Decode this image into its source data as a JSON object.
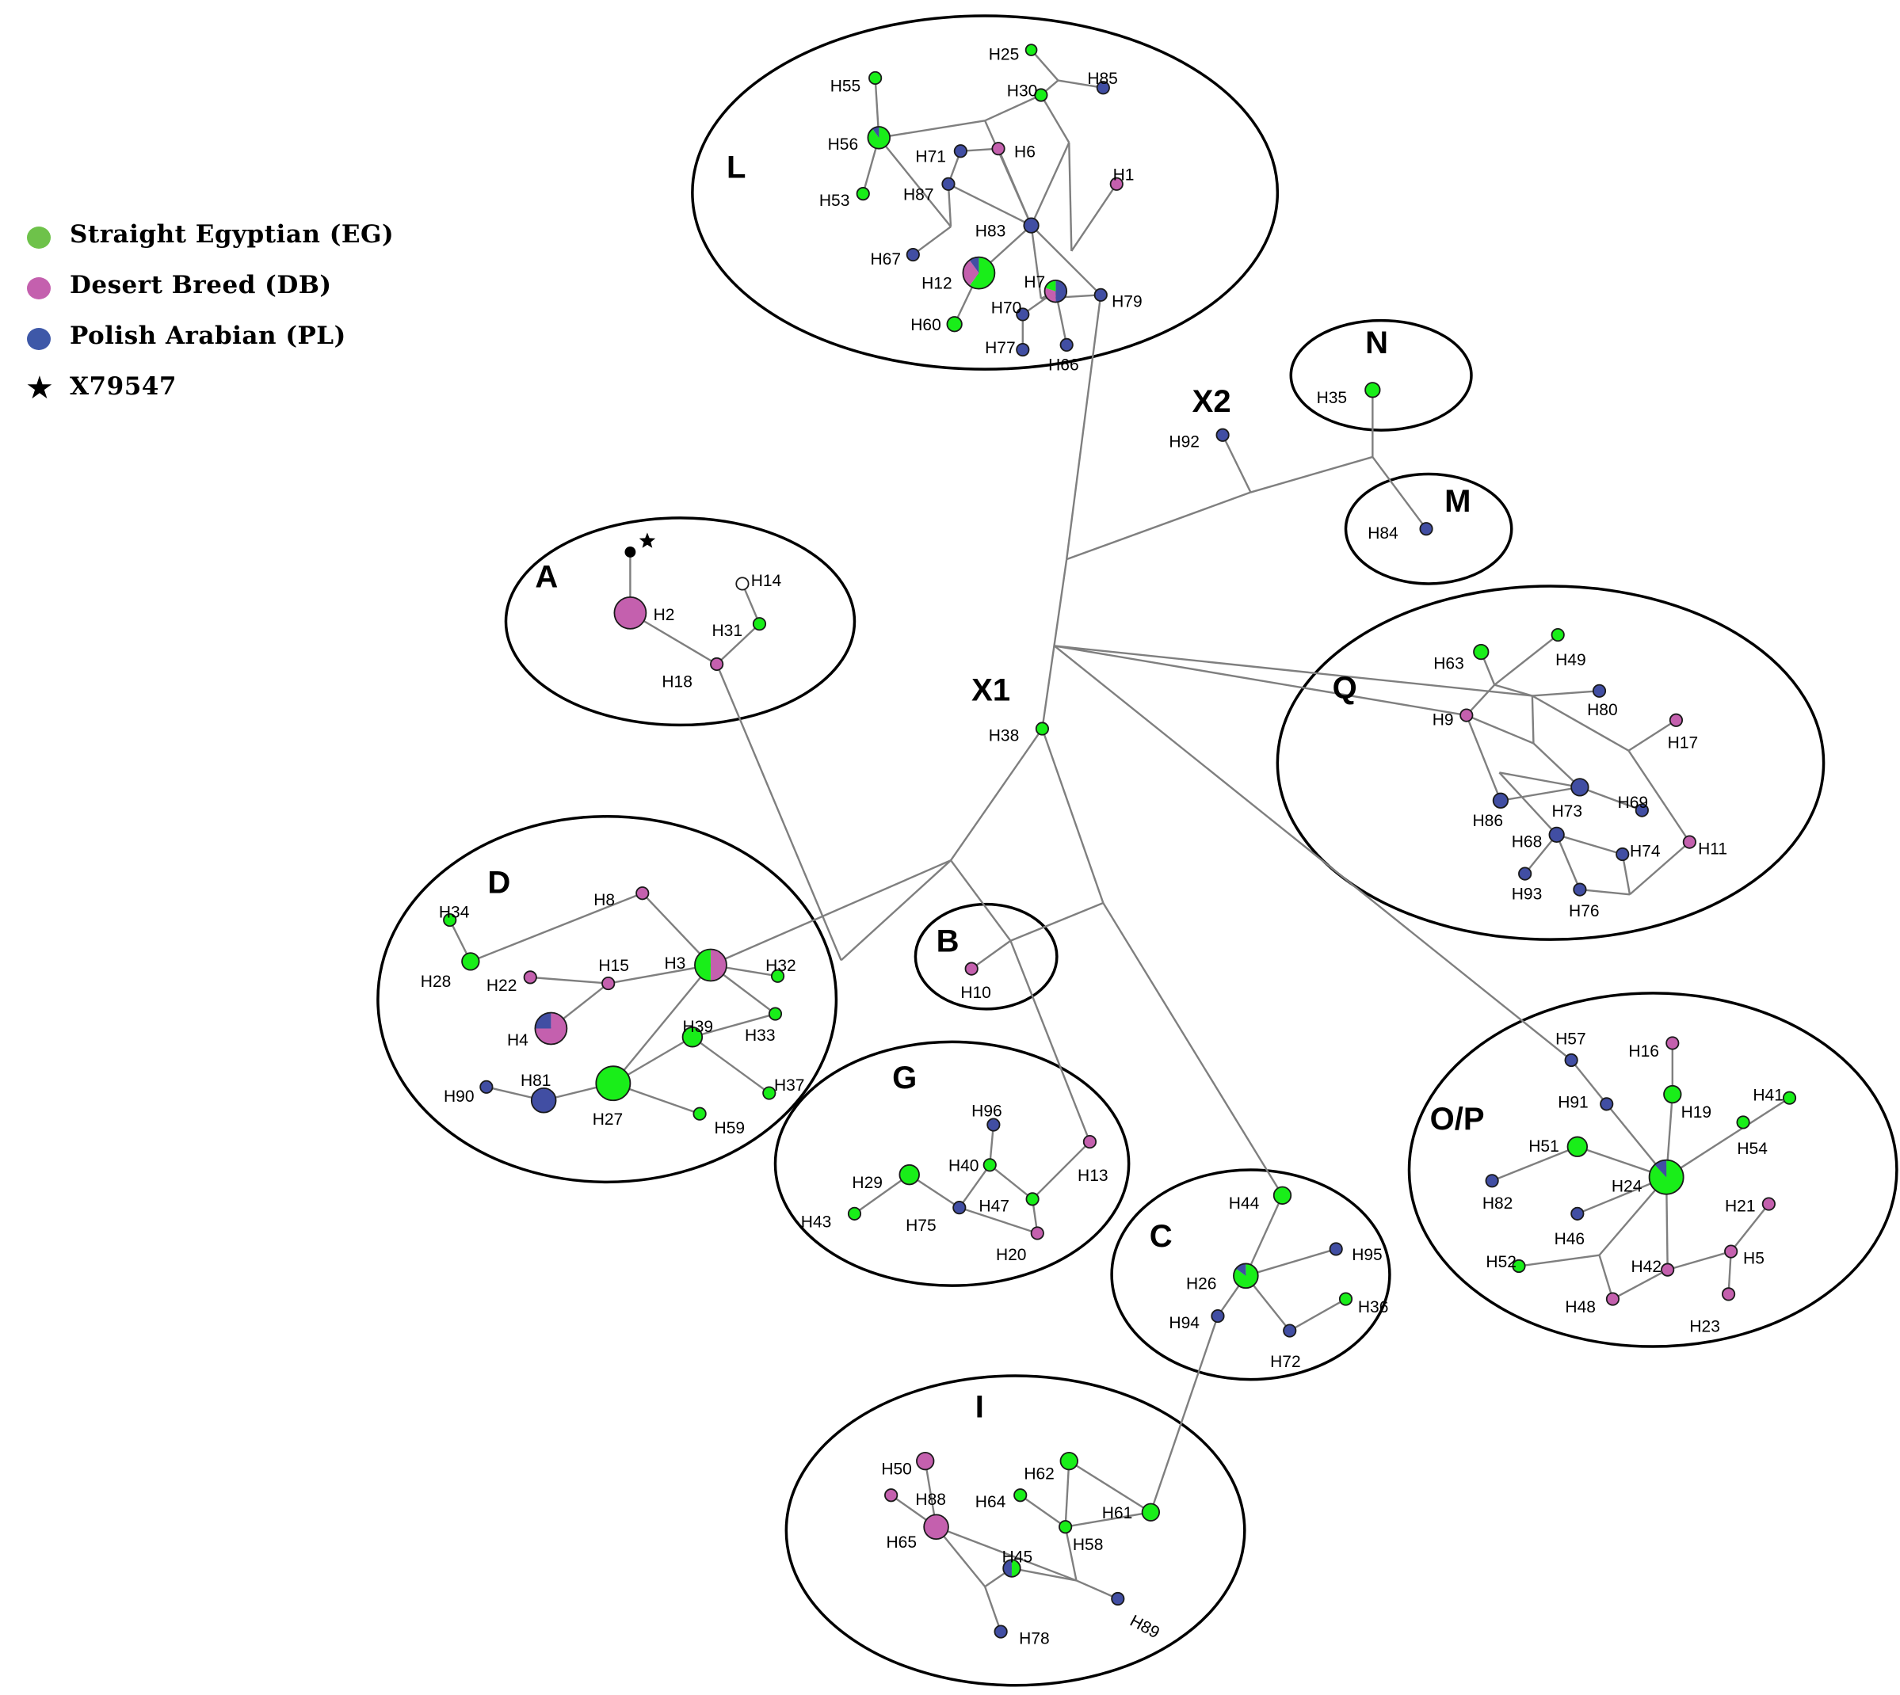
{
  "colors": {
    "EG": "#19ee19",
    "DB": "#c460ae",
    "PL": "#414ea3",
    "ref": "#000000",
    "none": "#ffffff",
    "edge": "#7f7f7f"
  },
  "legend": {
    "items": [
      {
        "key": "EG",
        "label": "Straight Egyptian  (EG)",
        "color": "#6ec24a"
      },
      {
        "key": "DB",
        "label": "Desert Breed (DB)",
        "color": "#c460ae"
      },
      {
        "key": "PL",
        "label": "Polish Arabian (PL)",
        "color": "#3e58a8"
      },
      {
        "key": "ref",
        "label": "X79547",
        "icon": "star-icon"
      }
    ]
  },
  "clusters": [
    "L",
    "N",
    "X2",
    "M",
    "A",
    "X1",
    "Q",
    "D",
    "B",
    "G",
    "O/P",
    "C",
    "I"
  ],
  "haplotypes": [
    {
      "id": "H25",
      "type": "EG"
    },
    {
      "id": "H85",
      "type": "PL"
    },
    {
      "id": "H55",
      "type": "EG"
    },
    {
      "id": "H30",
      "type": "EG"
    },
    {
      "id": "H56",
      "type": "EG",
      "mix": [
        [
          "EG",
          0.9
        ],
        [
          "PL",
          0.1
        ]
      ]
    },
    {
      "id": "H71",
      "type": "PL"
    },
    {
      "id": "H6",
      "type": "DB"
    },
    {
      "id": "H1",
      "type": "DB"
    },
    {
      "id": "H53",
      "type": "EG"
    },
    {
      "id": "H87",
      "type": "PL"
    },
    {
      "id": "H83",
      "type": "PL"
    },
    {
      "id": "H67",
      "type": "PL"
    },
    {
      "id": "H12",
      "type": "EG",
      "mix": [
        [
          "EG",
          0.6
        ],
        [
          "DB",
          0.3
        ],
        [
          "PL",
          0.1
        ]
      ]
    },
    {
      "id": "H7",
      "type": "EG",
      "mix": [
        [
          "PL",
          0.5
        ],
        [
          "DB",
          0.3
        ],
        [
          "EG",
          0.2
        ]
      ]
    },
    {
      "id": "H79",
      "type": "PL"
    },
    {
      "id": "H70",
      "type": "PL"
    },
    {
      "id": "H60",
      "type": "EG"
    },
    {
      "id": "H77",
      "type": "PL"
    },
    {
      "id": "H66",
      "type": "PL"
    },
    {
      "id": "H35",
      "type": "EG"
    },
    {
      "id": "H92",
      "type": "PL"
    },
    {
      "id": "H84",
      "type": "PL"
    },
    {
      "id": "H14",
      "type": "none"
    },
    {
      "id": "H2",
      "type": "DB"
    },
    {
      "id": "H31",
      "type": "EG"
    },
    {
      "id": "H18",
      "type": "DB"
    },
    {
      "id": "H38",
      "type": "EG"
    },
    {
      "id": "H63",
      "type": "EG"
    },
    {
      "id": "H49",
      "type": "EG"
    },
    {
      "id": "H9",
      "type": "DB"
    },
    {
      "id": "H80",
      "type": "PL"
    },
    {
      "id": "H17",
      "type": "DB"
    },
    {
      "id": "H86",
      "type": "PL"
    },
    {
      "id": "H73",
      "type": "PL"
    },
    {
      "id": "H69",
      "type": "PL"
    },
    {
      "id": "H68",
      "type": "PL"
    },
    {
      "id": "H74",
      "type": "PL"
    },
    {
      "id": "H11",
      "type": "DB"
    },
    {
      "id": "H93",
      "type": "PL"
    },
    {
      "id": "H76",
      "type": "PL"
    },
    {
      "id": "H34",
      "type": "EG"
    },
    {
      "id": "H8",
      "type": "DB"
    },
    {
      "id": "H28",
      "type": "EG"
    },
    {
      "id": "H22",
      "type": "DB"
    },
    {
      "id": "H15",
      "type": "DB"
    },
    {
      "id": "H3",
      "type": "EG",
      "mix": [
        [
          "DB",
          0.5
        ],
        [
          "EG",
          0.5
        ]
      ]
    },
    {
      "id": "H32",
      "type": "EG"
    },
    {
      "id": "H33",
      "type": "EG"
    },
    {
      "id": "H4",
      "type": "DB",
      "mix": [
        [
          "DB",
          0.75
        ],
        [
          "PL",
          0.25
        ]
      ]
    },
    {
      "id": "H39",
      "type": "EG"
    },
    {
      "id": "H81",
      "type": "PL"
    },
    {
      "id": "H90",
      "type": "PL"
    },
    {
      "id": "H27",
      "type": "EG"
    },
    {
      "id": "H37",
      "type": "EG"
    },
    {
      "id": "H59",
      "type": "EG"
    },
    {
      "id": "H10",
      "type": "DB"
    },
    {
      "id": "H96",
      "type": "PL"
    },
    {
      "id": "H40",
      "type": "EG"
    },
    {
      "id": "H29",
      "type": "EG"
    },
    {
      "id": "H13",
      "type": "DB"
    },
    {
      "id": "H47",
      "type": "EG"
    },
    {
      "id": "H43",
      "type": "EG"
    },
    {
      "id": "H75",
      "type": "PL"
    },
    {
      "id": "H20",
      "type": "DB"
    },
    {
      "id": "H57",
      "type": "PL"
    },
    {
      "id": "H16",
      "type": "DB"
    },
    {
      "id": "H91",
      "type": "PL"
    },
    {
      "id": "H19",
      "type": "EG"
    },
    {
      "id": "H41",
      "type": "EG"
    },
    {
      "id": "H51",
      "type": "EG"
    },
    {
      "id": "H54",
      "type": "EG"
    },
    {
      "id": "H24",
      "type": "EG",
      "mix": [
        [
          "EG",
          0.88
        ],
        [
          "PL",
          0.12
        ]
      ]
    },
    {
      "id": "H82",
      "type": "PL"
    },
    {
      "id": "H46",
      "type": "PL"
    },
    {
      "id": "H21",
      "type": "DB"
    },
    {
      "id": "H5",
      "type": "DB"
    },
    {
      "id": "H52",
      "type": "EG"
    },
    {
      "id": "H42",
      "type": "DB"
    },
    {
      "id": "H48",
      "type": "DB"
    },
    {
      "id": "H23",
      "type": "DB"
    },
    {
      "id": "H44",
      "type": "EG"
    },
    {
      "id": "H95",
      "type": "PL"
    },
    {
      "id": "H26",
      "type": "EG",
      "mix": [
        [
          "EG",
          0.85
        ],
        [
          "PL",
          0.15
        ]
      ]
    },
    {
      "id": "H36",
      "type": "EG"
    },
    {
      "id": "H94",
      "type": "PL"
    },
    {
      "id": "H72",
      "type": "PL"
    },
    {
      "id": "H50",
      "type": "DB"
    },
    {
      "id": "H88",
      "type": "DB"
    },
    {
      "id": "H62",
      "type": "EG"
    },
    {
      "id": "H64",
      "type": "EG"
    },
    {
      "id": "H61",
      "type": "EG"
    },
    {
      "id": "H58",
      "type": "EG"
    },
    {
      "id": "H65",
      "type": "DB"
    },
    {
      "id": "H45",
      "type": "EG",
      "mix": [
        [
          "EG",
          0.5
        ],
        [
          "PL",
          0.5
        ]
      ]
    },
    {
      "id": "H89",
      "type": "PL"
    },
    {
      "id": "H78",
      "type": "PL"
    }
  ]
}
